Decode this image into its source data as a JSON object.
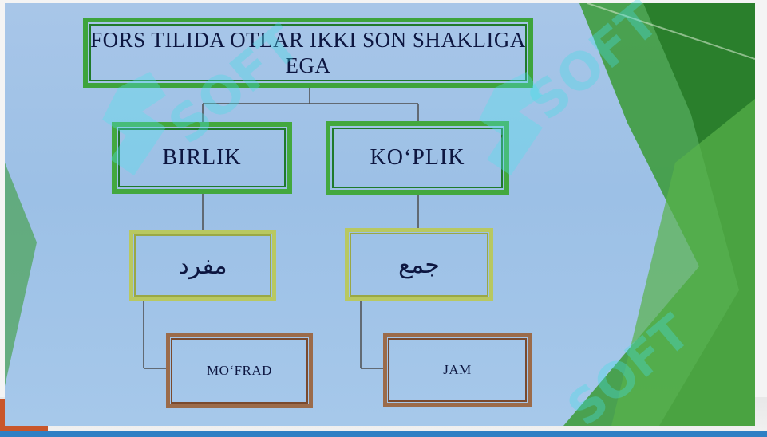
{
  "diagram": {
    "root": {
      "text": "FORS TILIDA OTLAR IKKI SON SHAKLIGA EGA"
    },
    "level2": [
      {
        "text": "BIRLIK"
      },
      {
        "text": "KO‘PLIK"
      }
    ],
    "level3": [
      {
        "text": "مفرد"
      },
      {
        "text": "جمع"
      }
    ],
    "level4": [
      {
        "text": "MO‘FRAD"
      },
      {
        "text": "JAM"
      }
    ]
  },
  "watermarks": [
    "SOFT",
    "SOFT",
    "SOFT"
  ],
  "colors": {
    "background": "#9cc0e6",
    "level1_border": "#3ea43c",
    "level2_border": "#43a83e",
    "level3_border": "#b8c861",
    "level4_border": "#9b6b4a",
    "connector": "#4a4a4a",
    "accent_green": "#2e8b2a"
  }
}
